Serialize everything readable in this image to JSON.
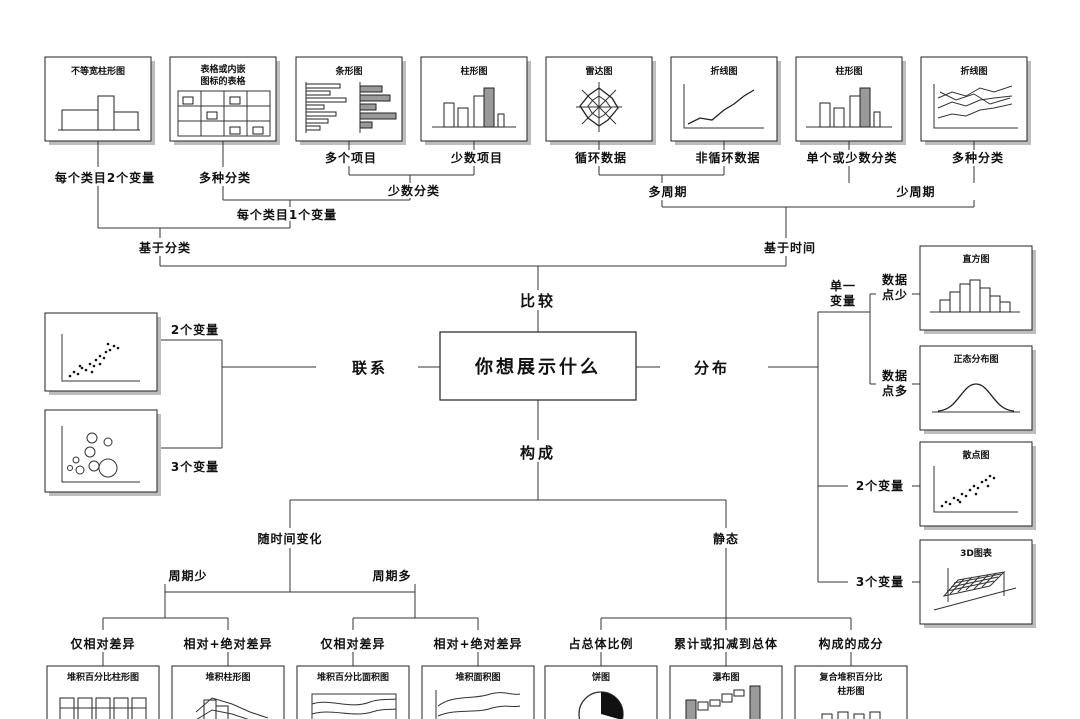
{
  "center": "你想展示什么",
  "branches": {
    "compare": "比较",
    "relation": "联系",
    "distribution": "分布",
    "composition": "构成"
  },
  "compare": {
    "by_category": "基于分类",
    "by_time": "基于时间",
    "two_vars_per_cat": "每个类目2个变量",
    "many_categories": "多种分类",
    "one_var_per_cat": "每个类目1个变量",
    "few_categories": "少数分类",
    "many_items": "多个项目",
    "few_items": "少数项目",
    "many_periods": "多周期",
    "few_periods": "少周期",
    "cyclic": "循环数据",
    "noncyclic": "非循环数据",
    "single_or_few_cat": "单个或少数分类",
    "many_cat_time": "多种分类"
  },
  "top_cards": [
    "不等宽柱形图",
    "表格或内嵌",
    "图标的表格",
    "条形图",
    "柱形图",
    "雷达图",
    "折线图",
    "柱形图",
    "折线图"
  ],
  "relation": {
    "two_vars": "2个变量",
    "three_vars": "3个变量"
  },
  "distribution": {
    "single_var_1": "单一",
    "single_var_2": "变量",
    "few_points_1": "数据",
    "few_points_2": "点少",
    "many_points_1": "数据",
    "many_points_2": "点多",
    "two_vars": "2个变量",
    "three_vars": "3个变量",
    "cards": [
      "直方图",
      "正态分布图",
      "散点图",
      "3D图表"
    ]
  },
  "composition": {
    "over_time": "随时间变化",
    "static": "静态",
    "few_periods": "周期少",
    "many_periods": "周期多",
    "rel_only_a": "仅相对差异",
    "rel_abs_a": "相对+绝对差异",
    "rel_only_b": "仅相对差异",
    "rel_abs_b": "相对+绝对差异",
    "share_total": "占总体比例",
    "accum": "累计或扣减到总体",
    "components": "构成的成分",
    "cards": [
      "堆积百分比柱形图",
      "堆积柱形图",
      "堆积百分比面积图",
      "堆积面积图",
      "饼图",
      "瀑布图",
      "复合堆积百分比",
      "柱形图"
    ]
  }
}
